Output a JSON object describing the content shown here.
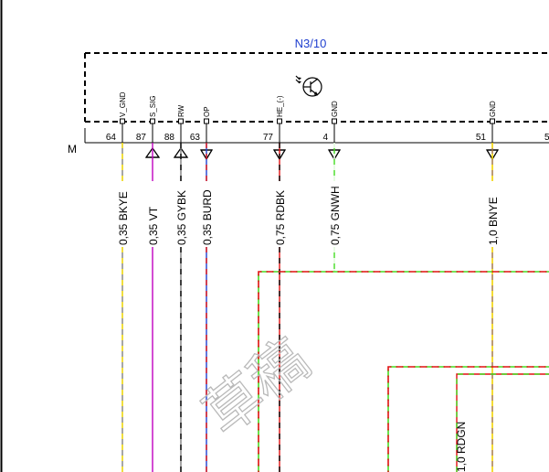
{
  "component": {
    "title": "N3/10"
  },
  "connector_label": "M",
  "pins": [
    {
      "name": "V_GND",
      "num": "64",
      "wire": "0,35 BKYE",
      "base": "#808080",
      "stripe": "#ffe600",
      "end": "none"
    },
    {
      "name": "S_SIG",
      "num": "87",
      "wire": "0,35 VT",
      "base": "#c000c0",
      "stripe": "",
      "end": "up-triangle"
    },
    {
      "name": "RW",
      "num": "88",
      "wire": "0,35 GYBK",
      "base": "#808080",
      "stripe": "#000000",
      "end": "up-triangle"
    },
    {
      "name": "OP",
      "num": "63",
      "wire": "0,35 BURD",
      "base": "#1f3fcf",
      "stripe": "#e01010",
      "end": "down-triangle"
    },
    {
      "name": "HE_(-)",
      "num": "77",
      "wire": "0,75 RDBK",
      "base": "#e01010",
      "stripe": "#000000",
      "end": "down-triangle"
    },
    {
      "name": "GND",
      "num": "4",
      "wire": "0,75 GNWH",
      "base": "#44dd22",
      "stripe": "#ffffff",
      "end": "down-triangle"
    },
    {
      "name": "GND",
      "num": "51",
      "wire": "1,0 BNYE",
      "base": "#a0703a",
      "stripe": "#ffe600",
      "end": "down-triangle"
    }
  ],
  "extra_pin_num": "5",
  "extra_wire": {
    "wire": "1,0 RDGN",
    "base": "#e01010",
    "stripe": "#44dd22"
  },
  "watermark": "草稿",
  "icons": {
    "component_symbol": "transistor-icon"
  }
}
